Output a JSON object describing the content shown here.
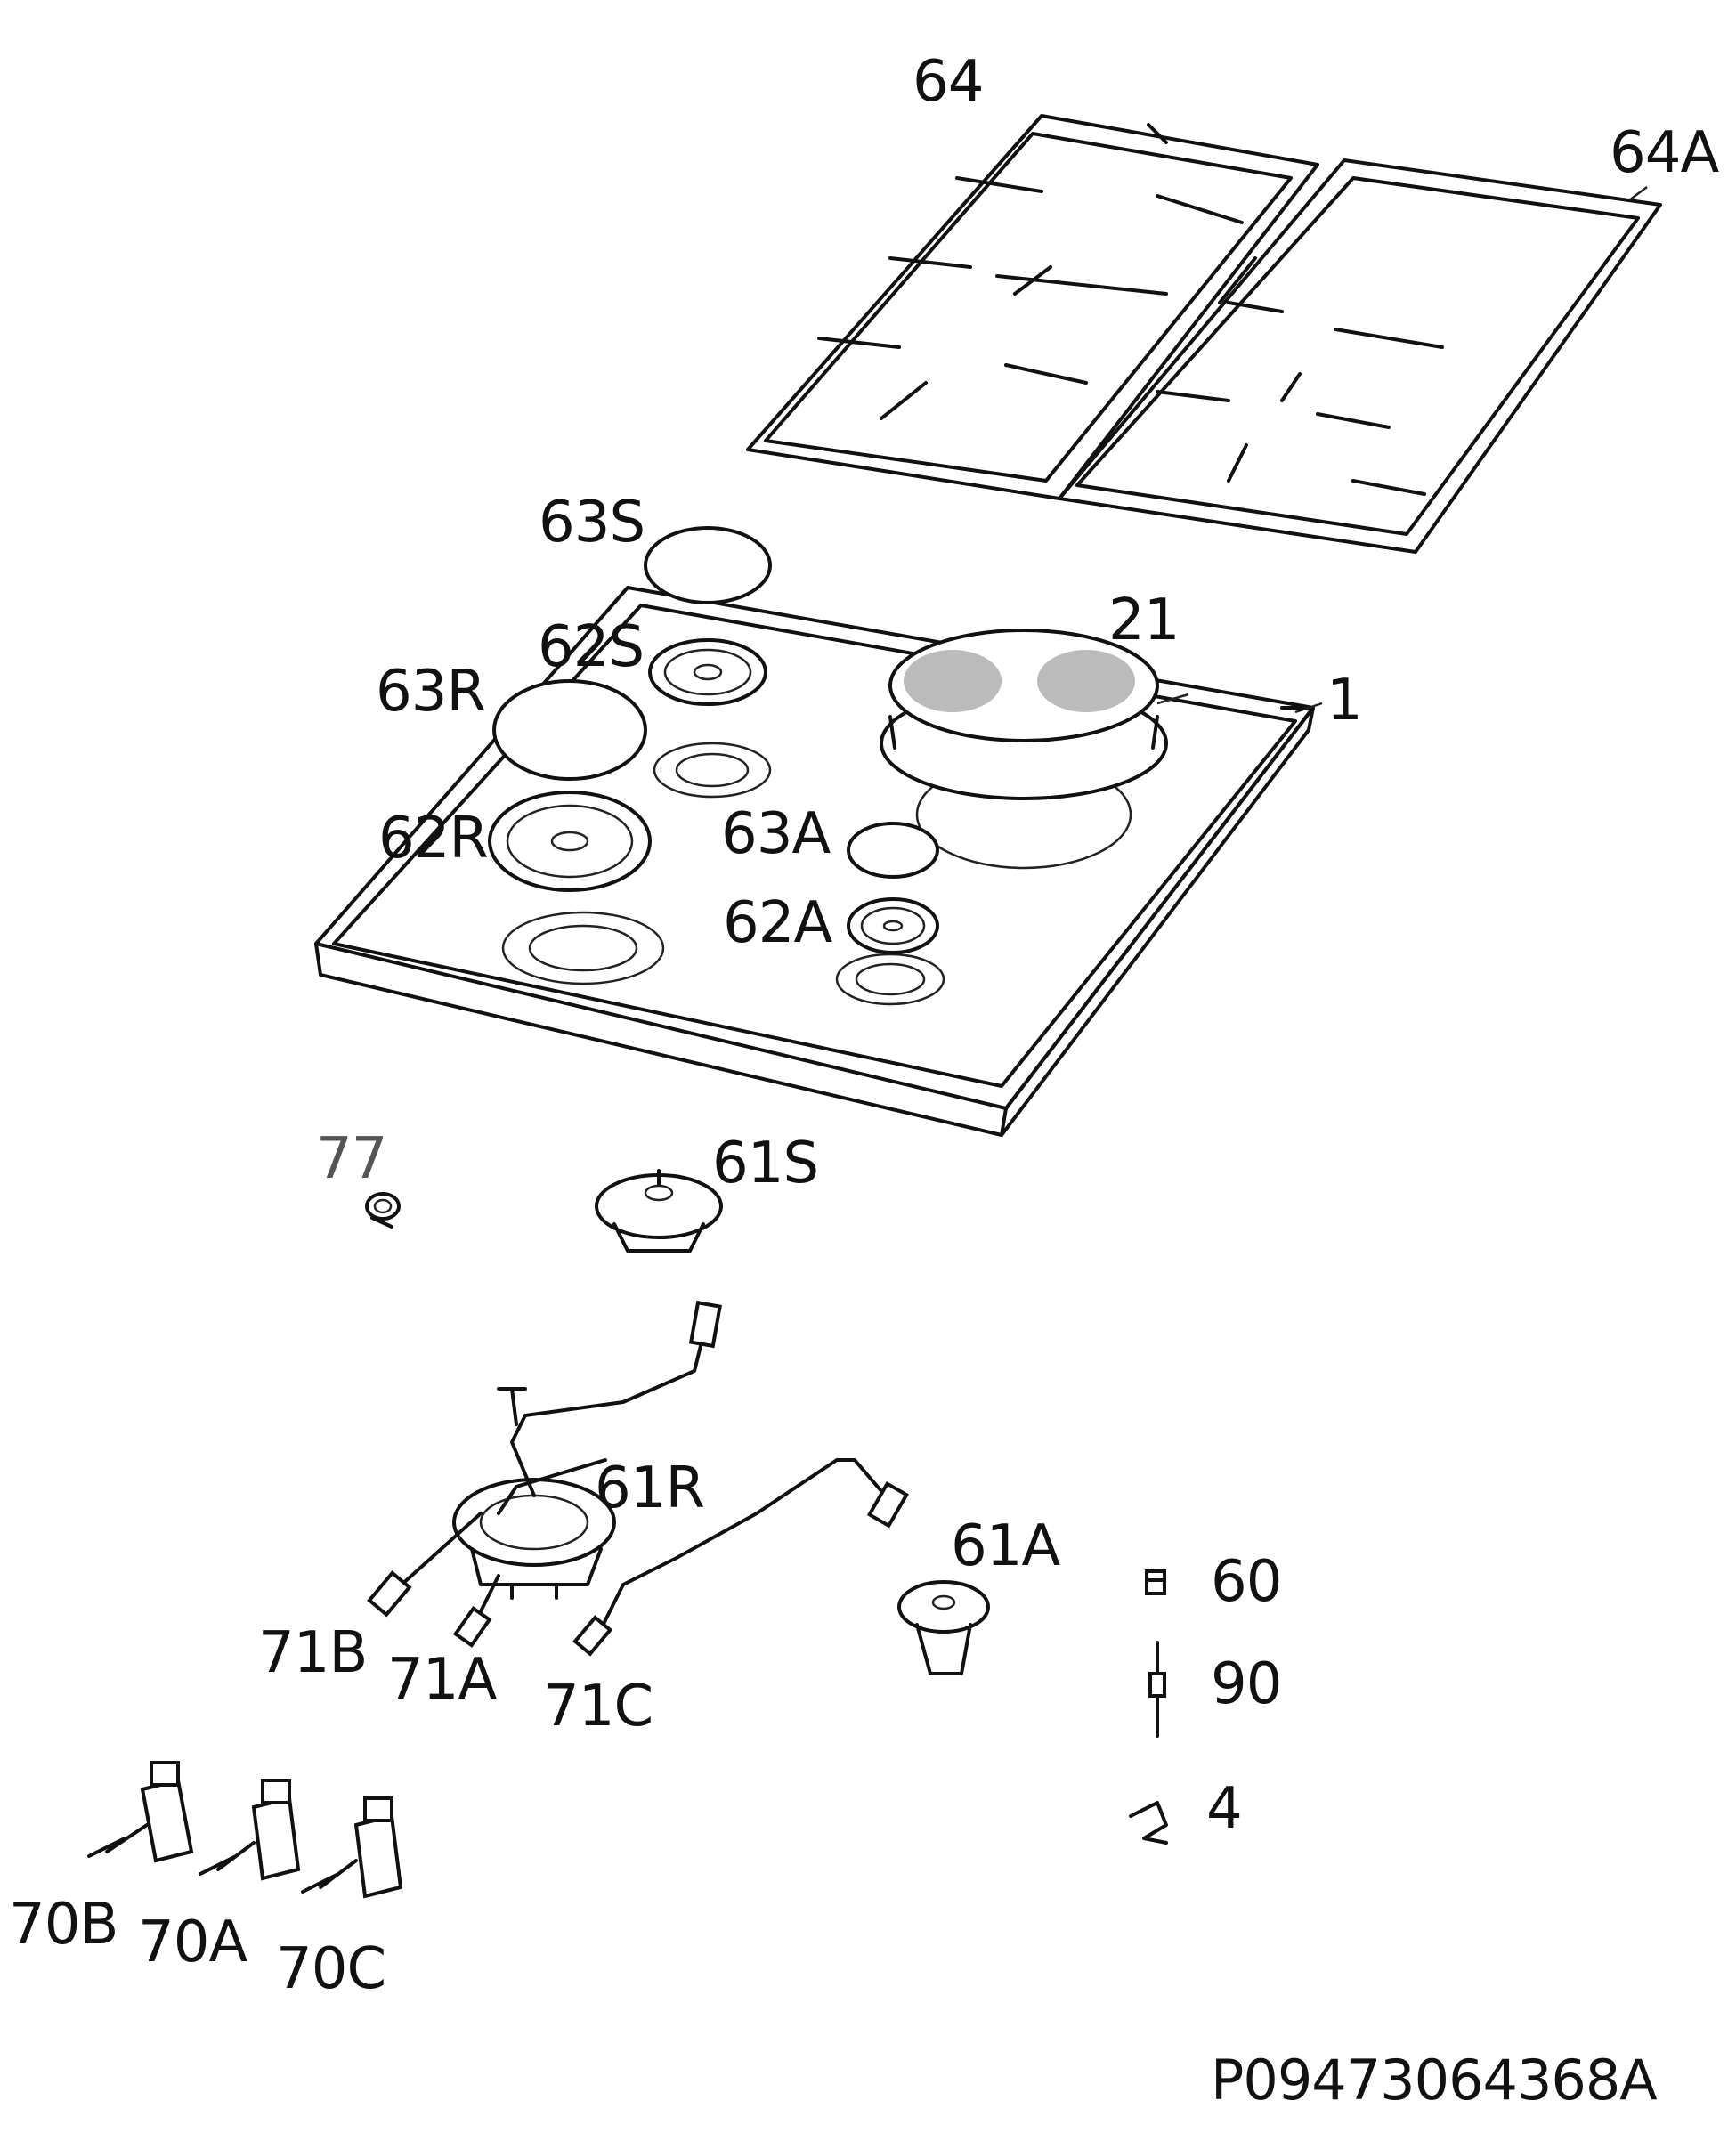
{
  "labels": {
    "l64": "64",
    "l64A": "64A",
    "l63S": "63S",
    "l62S": "62S",
    "l21": "21",
    "l1": "1",
    "l63R": "63R",
    "l62R": "62R",
    "l63A": "63A",
    "l62A": "62A",
    "l77": "77",
    "l61S": "61S",
    "l61R": "61R",
    "l61A": "61A",
    "l60": "60",
    "l90": "90",
    "l4": "4",
    "l71B": "71B",
    "l71A": "71A",
    "l71C": "71C",
    "l70B": "70B",
    "l70A": "70A",
    "l70C": "70C"
  },
  "drawing_code": "P09473064368A"
}
